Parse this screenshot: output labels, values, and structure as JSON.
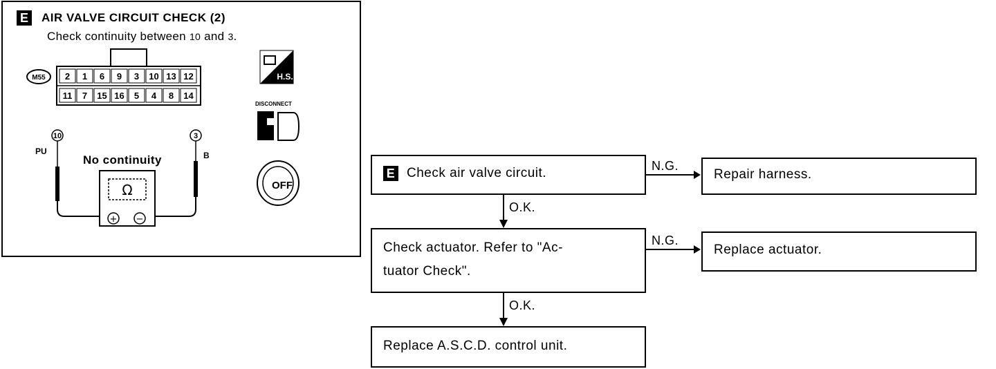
{
  "left_panel": {
    "badge": "E",
    "title": "AIR VALVE CIRCUIT CHECK (2)",
    "subtitle_prefix": "Check continuity between ",
    "pin_a": "10",
    "subtitle_mid": " and ",
    "pin_b": "3",
    "subtitle_suffix": ".",
    "connector_tag": "M55",
    "connector_row1": [
      "2",
      "1",
      "6",
      "9",
      "3",
      "10",
      "13",
      "12"
    ],
    "connector_row2": [
      "11",
      "7",
      "15",
      "16",
      "5",
      "4",
      "8",
      "14"
    ],
    "probe_left_pin": "10",
    "probe_left_wire": "PU",
    "probe_right_pin": "3",
    "probe_right_wire": "B",
    "meter_result": "No continuity",
    "meter_symbol": "Ω",
    "meter_plus": "+",
    "meter_minus": "−",
    "icon_hs_label": "H.S.",
    "icon_disconnect_label": "DISCONNECT",
    "icon_off_label": "OFF"
  },
  "flowchart": {
    "step1": {
      "badge": "E",
      "text": "Check air valve circuit."
    },
    "step1_ng_label": "N.G.",
    "step1_ng_action": "Repair harness.",
    "step1_ok_label": "O.K.",
    "step2": {
      "line1": "Check actuator. Refer to \"Ac-",
      "line2": "tuator Check\"."
    },
    "step2_ng_label": "N.G.",
    "step2_ng_action": "Replace actuator.",
    "step2_ok_label": "O.K.",
    "step3": {
      "text": "Replace A.S.C.D. control unit."
    }
  }
}
